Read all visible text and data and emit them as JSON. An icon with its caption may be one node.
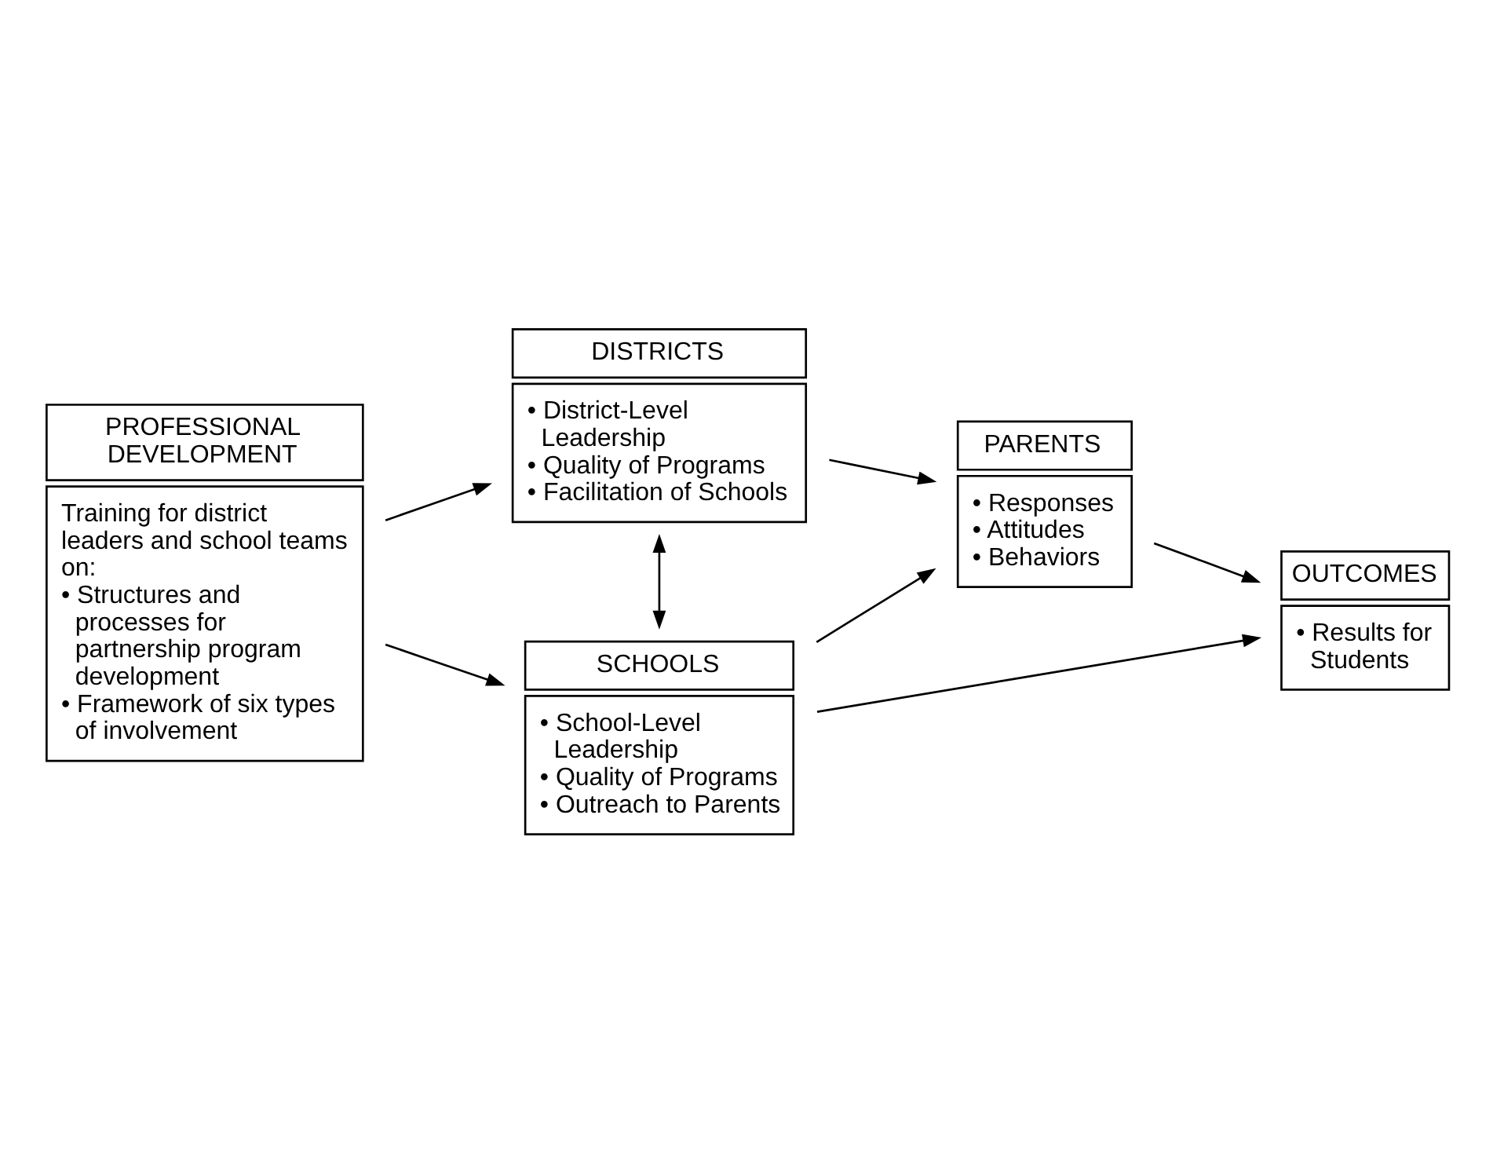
{
  "diagram": {
    "nodes": [
      {
        "text": [
          "PROFESSIONAL DEVELOPMENT",
          "Training for district leaders and school teams on:",
          "• Structures and processes for partnership program development",
          "• Framework of six types of involvement"
        ]
      },
      {
        "text": [
          "SCHOOLS",
          "• School-Level Leadership",
          "• Quality of Programs",
          "• Outreach to Parents"
        ]
      },
      {
        "text": [
          "DISTRICTS",
          "• District-Level Leadership",
          "• Quality of Programs",
          "• Facilitation of Schools"
        ]
      },
      {
        "text": [
          "PARENTS",
          "• Responses",
          "• Attitudes",
          "• Behaviors"
        ]
      },
      {
        "text": [
          "OUTCOMES",
          "• Results for Students"
        ]
      }
    ],
    "edges": [
      {
        "from": 0,
        "to": 1,
        "arrow": "to"
      },
      {
        "from": 0,
        "to": 2,
        "arrow": "to"
      },
      {
        "from": 1,
        "to": 2,
        "arrow": "both"
      },
      {
        "from": 1,
        "to": 3,
        "arrow": "to"
      },
      {
        "from": 1,
        "to": 4,
        "arrow": "to"
      },
      {
        "from": 2,
        "to": 3,
        "arrow": "to"
      },
      {
        "from": 3,
        "to": 4,
        "arrow": "to"
      }
    ]
  }
}
